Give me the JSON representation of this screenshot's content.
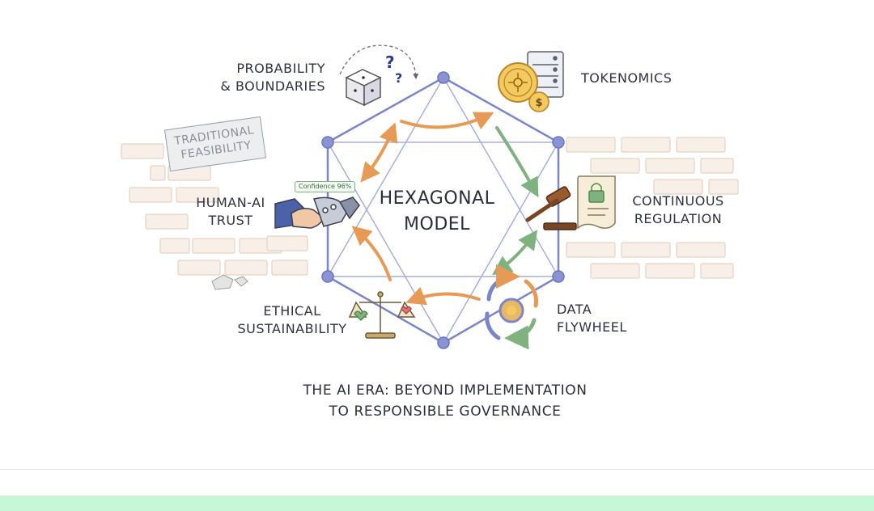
{
  "diagram": {
    "center": {
      "line1": "HEXAGONAL",
      "line2": "MODEL"
    },
    "nodes": {
      "probability": {
        "line1": "PROBABILITY",
        "line2": "& BOUNDARIES"
      },
      "tokenomics": {
        "line1": "TOKENOMICS"
      },
      "trust": {
        "line1": "HUMAN-AI",
        "line2": "TRUST"
      },
      "regulation": {
        "line1": "CONTINUOUS",
        "line2": "REGULATION"
      },
      "ethics": {
        "line1": "ETHICAL",
        "line2": "SUSTAINABILITY"
      },
      "flywheel": {
        "line1": "DATA",
        "line2": "FLYWHEEL"
      }
    },
    "stamp": {
      "line1": "TRADITIONAL",
      "line2": "FEASIBILITY"
    },
    "confidence_badge": "Confidence 96%",
    "caption": {
      "line1": "THE AI ERA: BEYOND IMPLEMENTATION",
      "line2": "TO RESPONSIBLE GOVERNANCE"
    },
    "icons": [
      "dice-icon",
      "question-marks-icon",
      "coin-icon",
      "server-icon",
      "dollar-coin-icon",
      "handshake-icon",
      "gavel-icon",
      "lock-scroll-icon",
      "scales-icon",
      "cycle-arrows-icon"
    ],
    "colors": {
      "hexagon": "#7b86c8",
      "node": "#8a93d4",
      "arrow_orange": "#e79a55",
      "arrow_green": "#7fb27f",
      "wall": "#e3c9b2",
      "bottom_bar": "#c6f7d6"
    }
  }
}
